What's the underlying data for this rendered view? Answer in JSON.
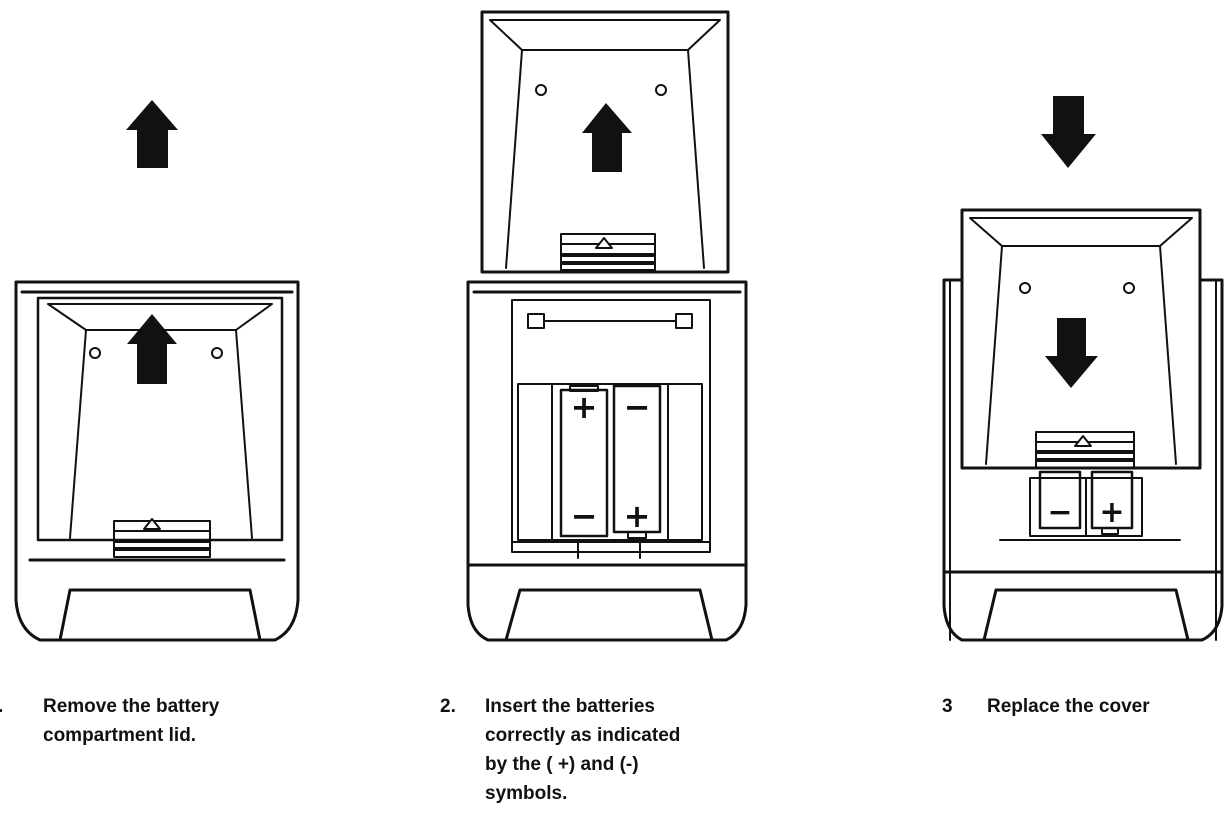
{
  "steps": [
    {
      "number": ".",
      "lines": [
        "Remove  the  battery",
        "compartment  lid."
      ]
    },
    {
      "number": "2.",
      "lines": [
        "Insert  the  batteries",
        "correctly  as  indicated",
        "by the ( +)  and (-)",
        "symbols."
      ]
    },
    {
      "number": "3",
      "lines": [
        "Replace  the  cover"
      ]
    }
  ],
  "battery_symbols": {
    "plus": "+",
    "minus": "−"
  },
  "colors": {
    "ink": "#111111",
    "paper": "#ffffff"
  }
}
